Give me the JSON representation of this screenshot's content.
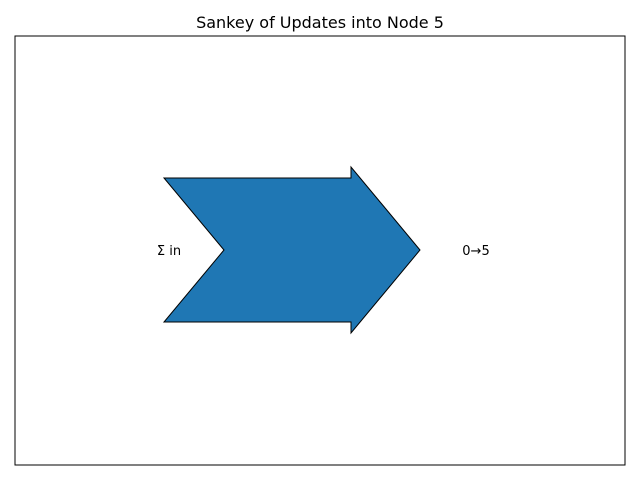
{
  "chart_data": {
    "type": "sankey",
    "title": "Sankey of Updates into Node 5",
    "flows": [
      {
        "source": "Σ in",
        "target": "0→5",
        "value": 1
      }
    ],
    "input_label": "Σ in",
    "output_label": "0→5",
    "colors": {
      "flow": "#1f77b4",
      "edge": "#000000",
      "frame": "#000000",
      "background": "#ffffff"
    },
    "grid": false
  }
}
